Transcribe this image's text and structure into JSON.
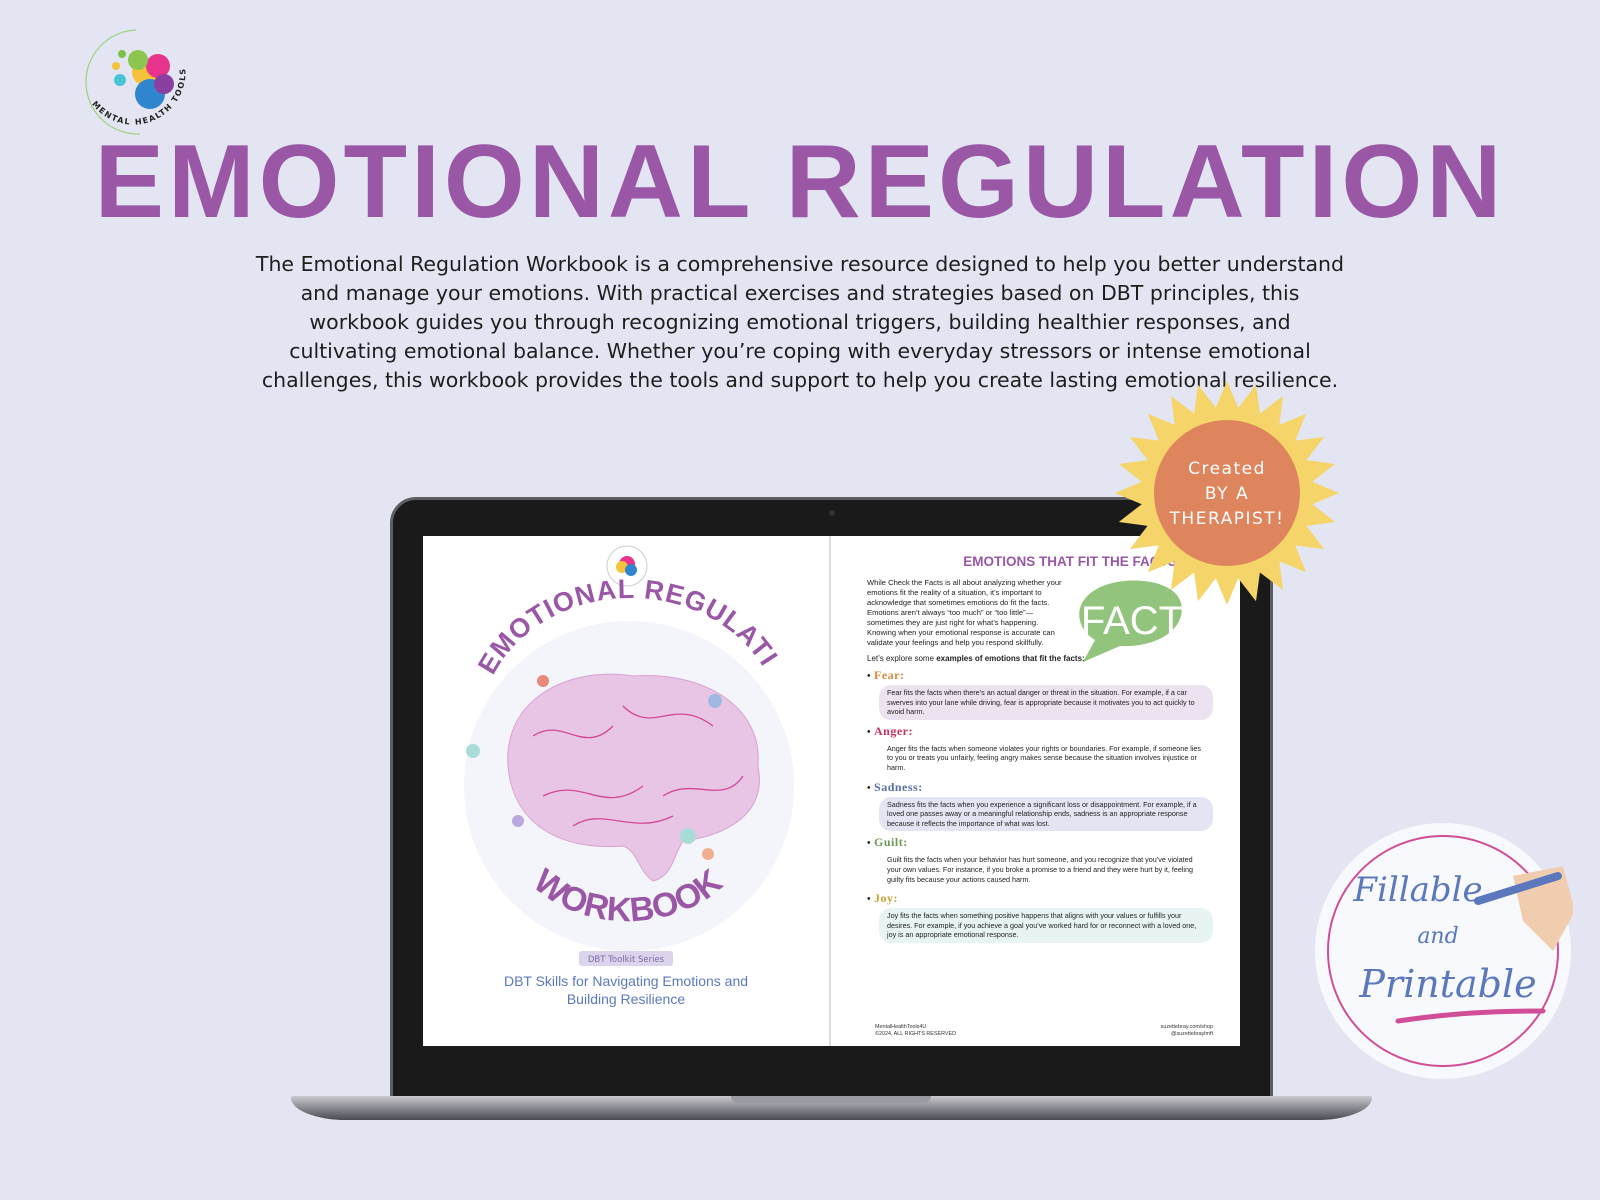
{
  "brand": {
    "logo_text": "MENTAL HEALTH TOOLS"
  },
  "title": "EMOTIONAL REGULATION",
  "description": "The Emotional Regulation Workbook is a comprehensive resource designed to help you better understand and manage your emotions. With practical exercises and strategies based on DBT principles, this workbook guides you through recognizing emotional triggers, building healthier responses, and cultivating emotional balance. Whether you’re coping with everyday stressors or intense emotional challenges, this workbook provides the tools and support to help you create lasting emotional resilience.",
  "badge": {
    "line1": "Created",
    "line2": "BY A",
    "line3": "THERAPIST!",
    "sun_color": "#f5d56a",
    "circle_color": "#df855e"
  },
  "fillable": {
    "line1": "Fillable",
    "line2": "and",
    "line3": "Printable",
    "ink_color": "#5b78bd",
    "ring_color": "#d04e97"
  },
  "cover": {
    "arc_title": "EMOTIONAL REGULATION",
    "word": "WORKBOOK",
    "series": "DBT Toolkit Series",
    "subtitle_1": "DBT Skills for Navigating Emotions and",
    "subtitle_2": "Building Resilience"
  },
  "page": {
    "title": "EMOTIONS THAT FIT THE FACTS",
    "intro": "While Check the Facts is all about analyzing whether your emotions fit the reality of a situation, it’s important to acknowledge that sometimes emotions do fit the facts. Emotions aren’t always “too much” or “too little”—sometimes they are just right for what’s happening. Knowing when your emotional response is accurate can validate your feelings and help you respond skillfully.",
    "fact_bubble": "FACT",
    "explore_prefix": "Let’s explore some ",
    "explore_bold": "examples of emotions that fit the facts:",
    "emotions": [
      {
        "name": "Fear:",
        "color": "#d98a3a",
        "bg": "#ece2f0",
        "text": "Fear fits the facts when there’s an actual danger or threat in the situation. For example, if a car swerves into your lane while driving, fear is appropriate because it motivates you to act quickly to avoid harm."
      },
      {
        "name": "Anger:",
        "color": "#c4335e",
        "bg": "transparent",
        "text": "Anger fits the facts when someone violates your rights or boundaries. For example, if someone lies to you or treats you unfairly, feeling angry makes sense because the situation involves injustice or harm."
      },
      {
        "name": "Sadness:",
        "color": "#5a6ea8",
        "bg": "#e3e6f2",
        "text": "Sadness fits the facts when you experience a significant loss or disappointment. For example, if a loved one passes away or a meaningful relationship ends, sadness is an appropriate response because it reflects the importance of what was lost."
      },
      {
        "name": "Guilt:",
        "color": "#6f9a5a",
        "bg": "transparent",
        "text": "Guilt fits the facts when your behavior has hurt someone, and you recognize that you’ve violated your own values. For instance, if you broke a promise to a friend and they were hurt by it, feeling guilty fits because your actions caused harm."
      },
      {
        "name": "Joy:",
        "color": "#c9a230",
        "bg": "#e8f4f4",
        "text": "Joy fits the facts when something positive happens that aligns with your values or fulfills your desires. For example, if you achieve a goal you’ve worked hard for or reconnect with a loved one, joy is an appropriate emotional response."
      }
    ],
    "footer_left_1": "MentalHealthTools4U",
    "footer_left_2": "©2024, ALL RIGHTS RESERVED",
    "footer_right_1": "suzettebray.com/shop",
    "footer_right_2": "@suzettebraylmft"
  }
}
